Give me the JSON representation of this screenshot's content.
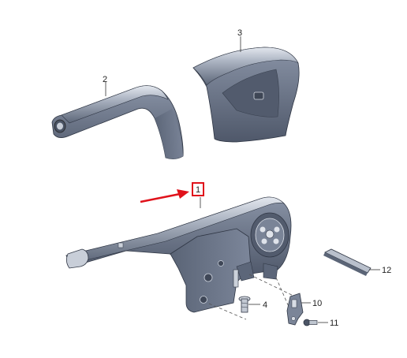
{
  "diagram": {
    "callouts": {
      "p1": "1",
      "p2": "2",
      "p3": "3",
      "p4": "4",
      "p10": "10",
      "p11": "11",
      "p12": "12"
    },
    "colors": {
      "part_fill": "#6f7a8d",
      "part_dark": "#4c5566",
      "part_light": "#c5ccd7",
      "highlight": "#dfe3ea",
      "arrow": "#e0121b",
      "highlight_box": "#e0121b"
    }
  }
}
